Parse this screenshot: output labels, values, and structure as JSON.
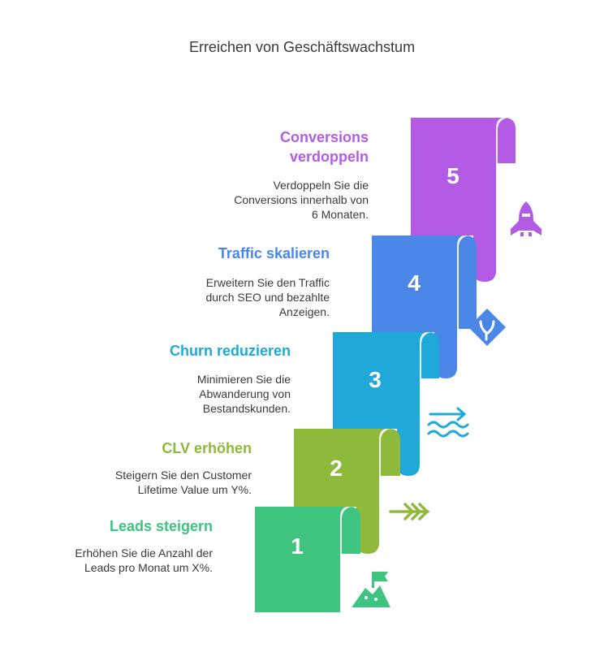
{
  "title": "Erreichen von Geschäftswachstum",
  "steps": [
    {
      "number": "5",
      "title_lines": [
        "Conversions",
        "verdoppeln"
      ],
      "desc_lines": [
        "Verdoppeln Sie die",
        "Conversions innerhalb von",
        "6 Monaten."
      ],
      "color": "#b45be6",
      "icon": "rocket-icon"
    },
    {
      "number": "4",
      "title_lines": [
        "Traffic skalieren"
      ],
      "desc_lines": [
        "Erweitern Sie den Traffic",
        "durch SEO und bezahlte",
        "Anzeigen."
      ],
      "color": "#4a87e6",
      "icon": "road-sign-diverge-icon"
    },
    {
      "number": "3",
      "title_lines": [
        "Churn reduzieren"
      ],
      "desc_lines": [
        "Minimieren Sie die",
        "Abwanderung von",
        "Bestandskunden."
      ],
      "color": "#1ea9d9",
      "icon": "water-flow-arrow-icon"
    },
    {
      "number": "2",
      "title_lines": [
        "CLV erhöhen"
      ],
      "desc_lines": [
        "Steigern Sie den Customer",
        "Lifetime Value um Y%."
      ],
      "color": "#8fb93a",
      "icon": "arrow-fletching-icon"
    },
    {
      "number": "1",
      "title_lines": [
        "Leads steigern"
      ],
      "desc_lines": [
        "Erhöhen Sie die Anzahl der",
        "Leads pro Monat um X%."
      ],
      "color": "#3ec47f",
      "icon": "mountain-flag-icon"
    }
  ]
}
